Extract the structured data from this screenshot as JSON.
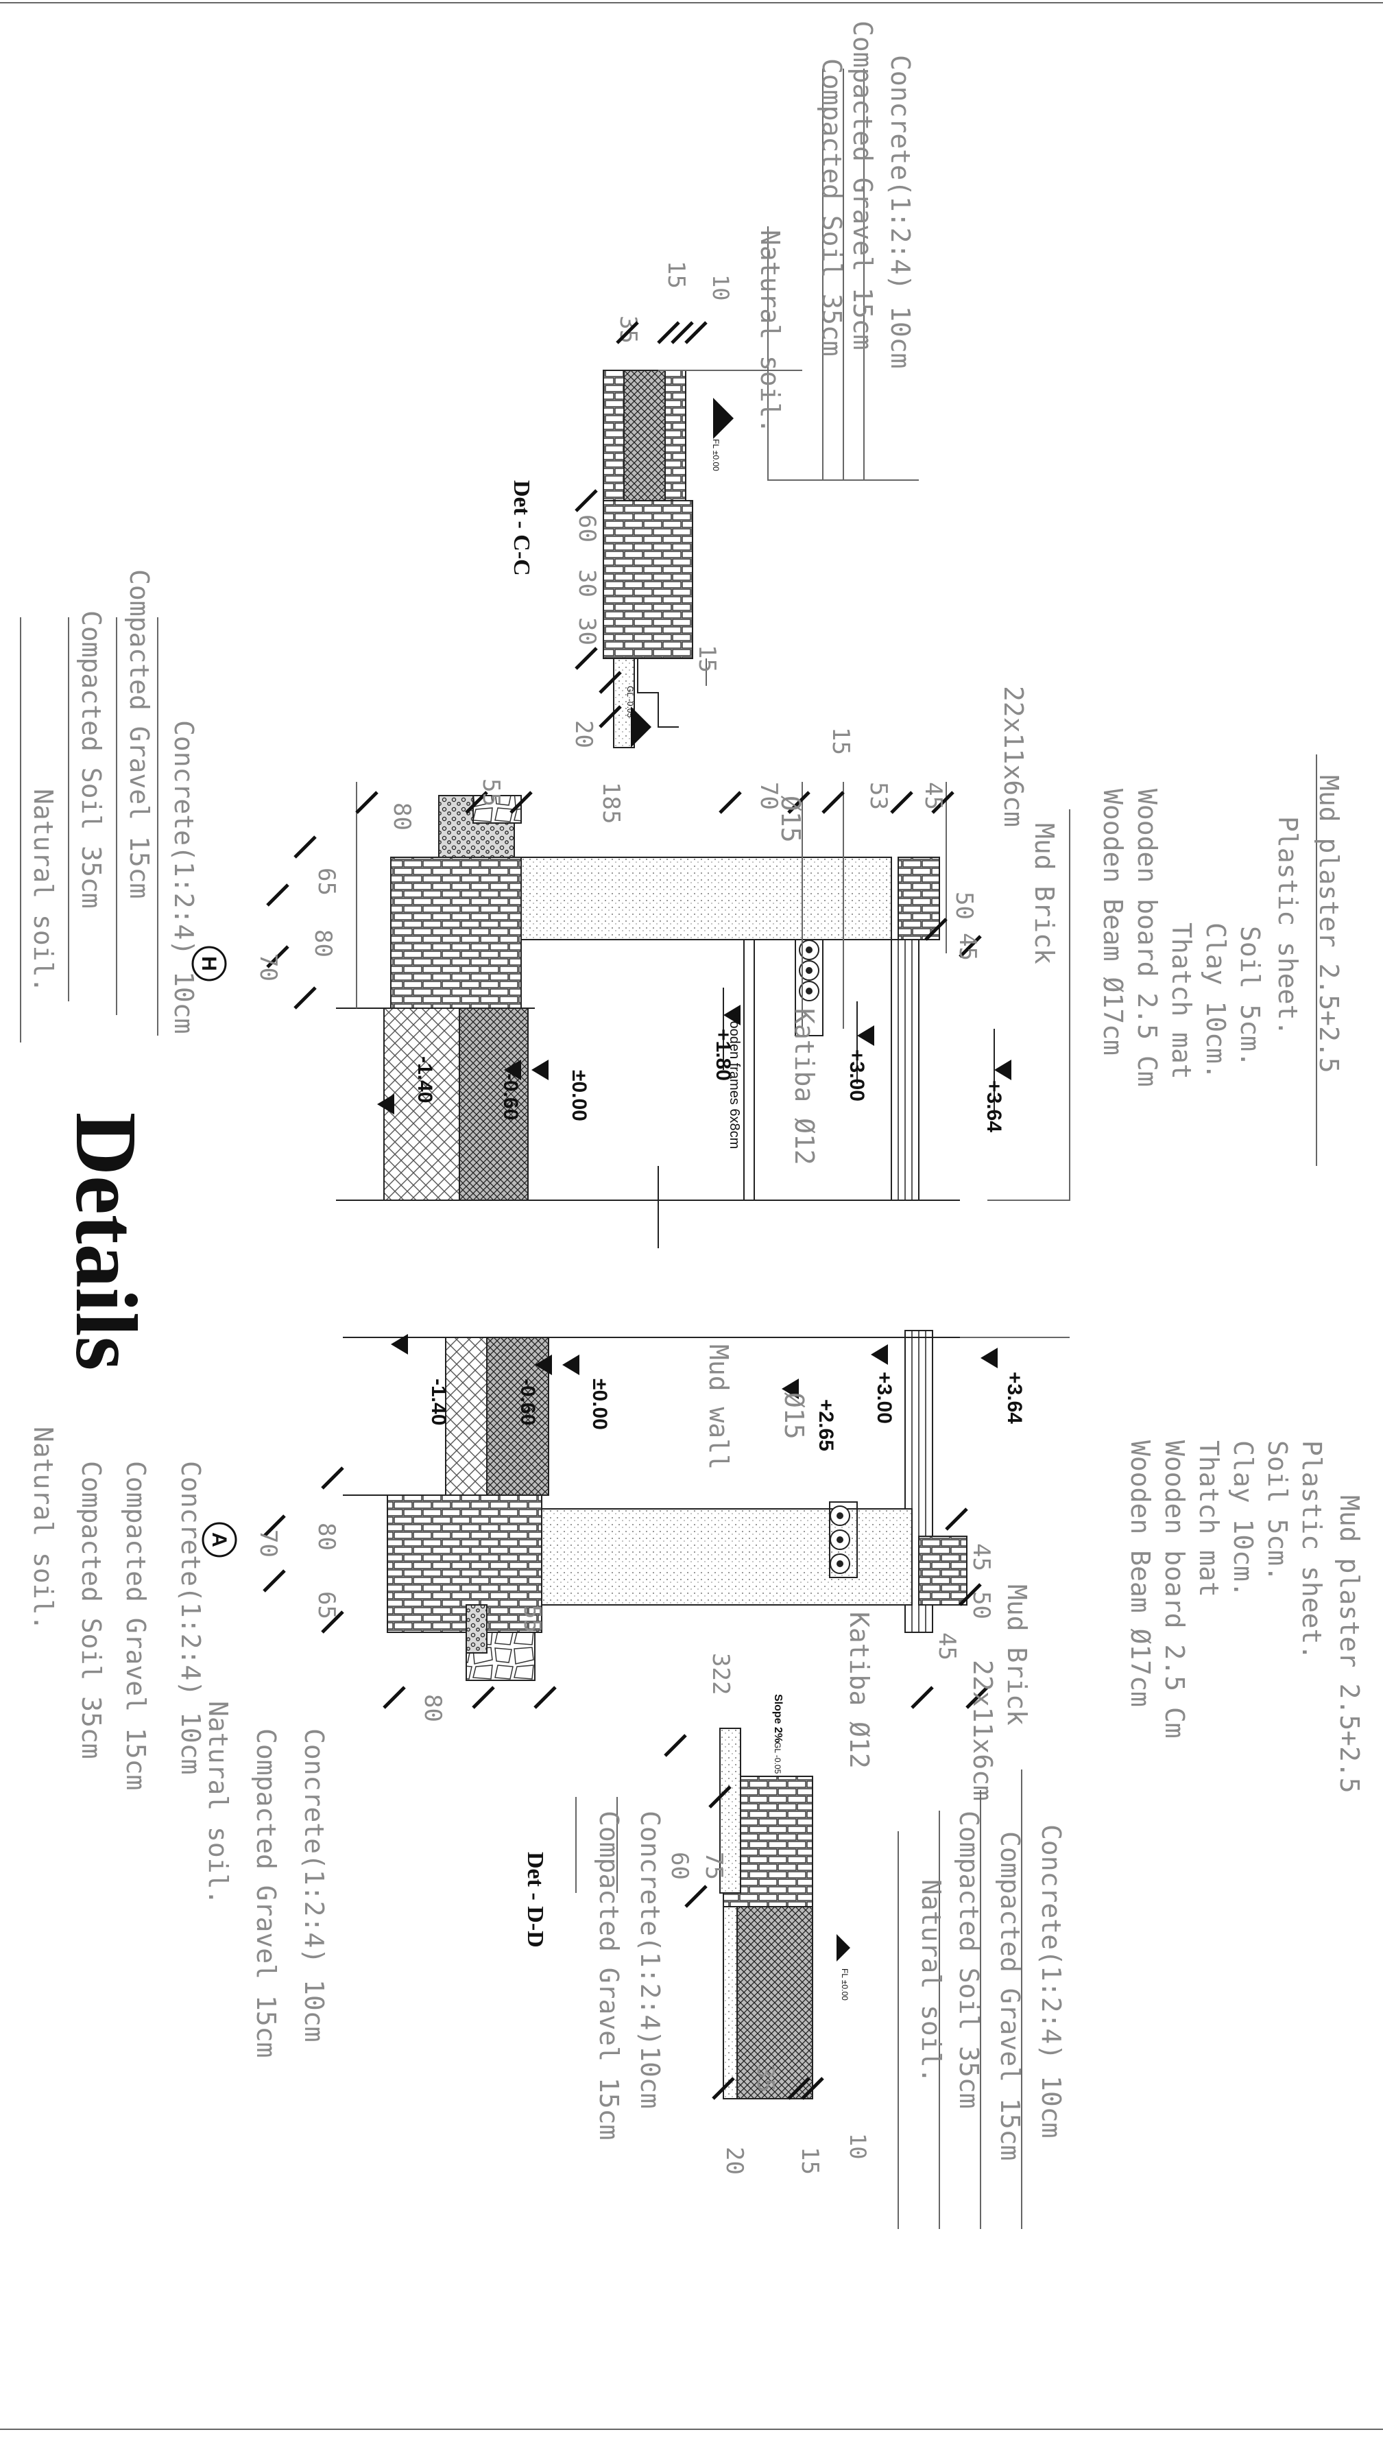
{
  "title": "Details",
  "details": {
    "cc": "Det - C-C",
    "dd": "Det - D-D"
  },
  "section_markers": {
    "h": "H",
    "a": "A"
  },
  "labels": {
    "cc_layers": [
      "Concrete(1:2:4) 10cm",
      "Compacted Gravel 15cm",
      "Compacted Soil 35cm",
      "Natural soil."
    ],
    "dd_top_layers": [
      "Concrete(1:2:4) 10cm",
      "Compacted Gravel 15cm",
      "Compacted Soil 35cm",
      "Natural soil."
    ],
    "dd_bottom_layers": [
      "Concrete(1:2:4)10cm",
      "Compacted Gravel 15cm"
    ],
    "roof_left": [
      "Mud plaster 2.5+2.5",
      "Plastic sheet.",
      "Soil 5cm.",
      "Clay 10cm.",
      "Thatch mat",
      "Wooden board 2.5 Cm",
      "Wooden Beam Ø17cm"
    ],
    "roof_right": [
      "Mud plaster 2.5+2.5",
      "Plastic sheet.",
      "Soil 5cm.",
      "Clay 10cm.",
      "Thatch mat",
      "Wooden board 2.5 Cm",
      "Wooden Beam Ø17cm"
    ],
    "foundation_left": [
      "Concrete(1:2:4) 10cm",
      "Compacted Gravel 15cm",
      "Compacted Soil 35cm",
      "Natural soil."
    ],
    "foundation_right": [
      "Concrete(1:2:4) 10cm",
      "Compacted Gravel 15cm",
      "Compacted Soil 35cm",
      "Natural soil."
    ],
    "foundation_a_inner": [
      "Concrete(1:2:4) 10cm",
      "Compacted Gravel 15cm",
      "Natural soil."
    ],
    "mud_brick_left": [
      "Mud Brick",
      "22x11x6cm"
    ],
    "mud_brick_right": [
      "Mud Brick",
      "22x11x6cm"
    ],
    "katiba_left": "Katiba Ø12",
    "katiba_right": "Katiba Ø12",
    "dia_left": "Ø15",
    "dia_right": "Ø15",
    "wooden_frames": "Wooden frames 6x8cm",
    "mud_wall": "Mud wall",
    "slope": "Slope 2%",
    "fl_tag": "FL ±0.00",
    "gl_tag": "GL -0.05"
  },
  "levels": {
    "left": [
      "+3.64",
      "+3.00",
      "+1.80",
      "±0.00",
      "-0.60",
      "-1.40"
    ],
    "right": [
      "+3.64",
      "+3.00",
      "+2.65",
      "±0.00",
      "-0.60",
      "-1.40"
    ]
  },
  "dimensions": {
    "cc": [
      "15",
      "10",
      "35",
      "60",
      "30",
      "30",
      "15",
      "20"
    ],
    "dd": [
      "75",
      "60",
      "35",
      "20",
      "15",
      "10"
    ],
    "left_wall": [
      "80",
      "55",
      "185",
      "70",
      "15",
      "53",
      "45"
    ],
    "left_top": [
      "50",
      "45"
    ],
    "left_found": [
      "65",
      "80",
      "70"
    ],
    "right_wall": [
      "80",
      "55",
      "322",
      "45"
    ],
    "right_top": [
      "45",
      "50"
    ],
    "right_found": [
      "80",
      "70",
      "65"
    ]
  }
}
